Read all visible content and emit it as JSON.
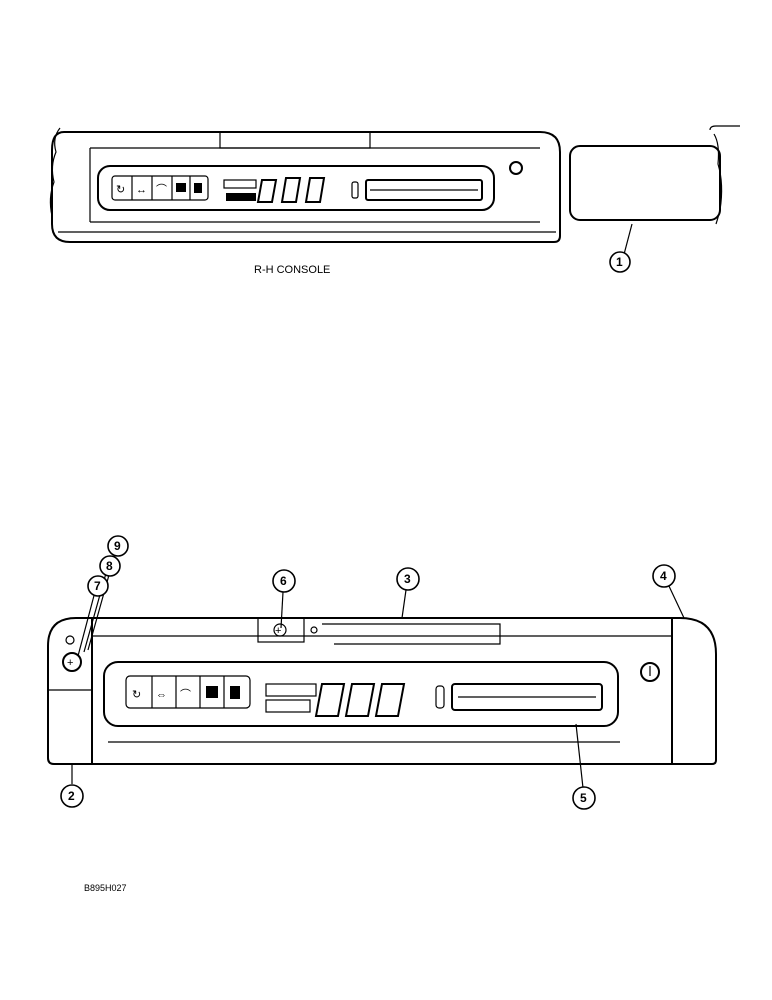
{
  "labels": {
    "top_caption": "R-H CONSOLE",
    "drawing_code": "B895H027"
  },
  "callouts": [
    "1",
    "2",
    "3",
    "4",
    "5",
    "6",
    "7",
    "8",
    "9"
  ]
}
